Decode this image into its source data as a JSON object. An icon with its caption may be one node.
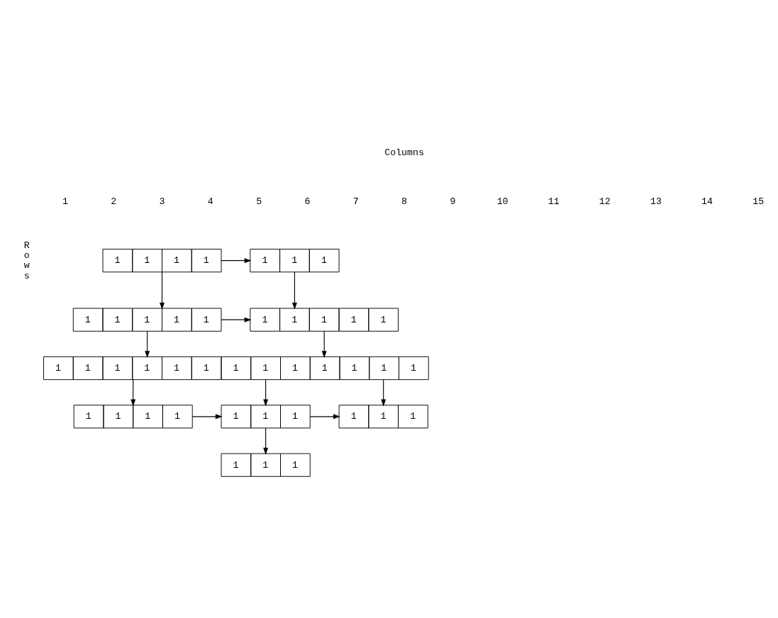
{
  "diagram": {
    "nodes": [
      {
        "text": [
          "1",
          "1",
          "1",
          "1"
        ]
      },
      {
        "text": [
          "1",
          "1",
          "1"
        ]
      },
      {
        "text": [
          "1",
          "1",
          "1",
          "1",
          "1"
        ]
      },
      {
        "text": [
          "1",
          "1",
          "1",
          "1",
          "1"
        ]
      },
      {
        "text": [
          "1",
          "1",
          "1",
          "1",
          "1",
          "1",
          "1",
          "1",
          "1",
          "1",
          "1",
          "1",
          "1"
        ]
      },
      {
        "text": [
          "1",
          "1",
          "1",
          "1"
        ]
      },
      {
        "text": [
          "1",
          "1",
          "1"
        ]
      },
      {
        "text": [
          "1",
          "1",
          "1"
        ]
      },
      {
        "text": [
          "1",
          "1",
          "1"
        ]
      }
    ],
    "edges": [
      {
        "from": 0,
        "to": 1,
        "arrow": "to"
      },
      {
        "from": 0,
        "to": 2,
        "arrow": "to"
      },
      {
        "from": 1,
        "to": 3,
        "arrow": "to"
      },
      {
        "from": 2,
        "to": 3,
        "arrow": "to"
      },
      {
        "from": 2,
        "to": 4,
        "arrow": "to"
      },
      {
        "from": 3,
        "to": 4,
        "arrow": "to"
      },
      {
        "from": 4,
        "to": 5,
        "arrow": "to"
      },
      {
        "from": 4,
        "to": 6,
        "arrow": "to"
      },
      {
        "from": 4,
        "to": 7,
        "arrow": "to"
      },
      {
        "from": 5,
        "to": 6,
        "arrow": "to"
      },
      {
        "from": 6,
        "to": 7,
        "arrow": "to"
      },
      {
        "from": 6,
        "to": 8,
        "arrow": "to"
      }
    ],
    "labels": [
      "Columns",
      "1",
      "2",
      "3",
      "4",
      "5",
      "6",
      "7",
      "8",
      "9",
      "10",
      "11",
      "12",
      "13",
      "14",
      "15",
      "Rows"
    ]
  }
}
